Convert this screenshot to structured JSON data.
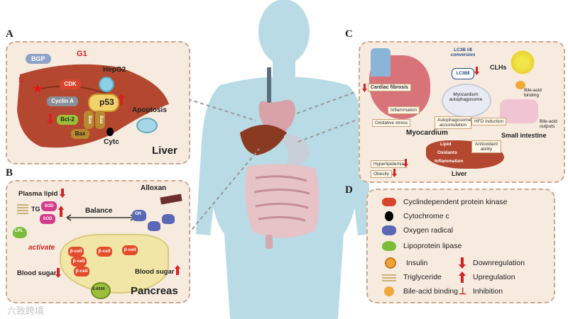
{
  "panel_a": {
    "letter": "A",
    "title": "Liver",
    "labels": {
      "bgp": "BGP",
      "g1": "G1",
      "hepg2": "HepG2",
      "s": "S",
      "cdk": "CDK",
      "cyclin_a": "Cyclin A",
      "p53": "p53",
      "bax1": "Bax",
      "bax2": "Bax",
      "bcl2": "Bcl-2",
      "bax3": "Bax",
      "apoptosis": "Apoptosis",
      "cytc": "Cytc"
    }
  },
  "panel_b": {
    "letter": "B",
    "title": "Pancreas",
    "labels": {
      "plasma_lipid": "Plasma lipid",
      "tg": "TG",
      "sod1": "SOD",
      "sod2": "SOD",
      "balance": "Balance",
      "alloxan": "Alloxan",
      "lpl": "LPL",
      "activate": "activate",
      "blood_sugar_left": "Blood sugar",
      "blood_sugar_right": "Blood sugar",
      "beta_cell": "β-cell",
      "s8300": "S-8300",
      "or": "OR"
    }
  },
  "panel_c": {
    "letter": "C",
    "labels": {
      "lc3_conversion": "LC3B Ⅰ/Ⅱ conversion",
      "lc3_ii": "LC3BⅡ",
      "clhs": "CLHs",
      "cardiac_fibrosis": "Cardiac fibrosis",
      "inflammation": "Inflammation",
      "oxidative_stress": "Oxidative stress",
      "myocardium_autophagosome": "Myocardium autophagosome",
      "autophagosome_accumulation": "Autophagosome accumulation",
      "hfd_induction": "HFD induction",
      "myocardium": "Myocardium",
      "bile_acid_binding": "Bile-acid binding",
      "bile_acid_outputs": "Bile-acid outputs",
      "small_intestine": "Small intestine",
      "lipid": "Lipid",
      "oxidants": "Oxidants",
      "inflammation2": "Inflammation",
      "antioxidant_ability": "Antioxidant ability",
      "liver": "Liver",
      "hyperlipidemia": "Hyperlipidemia",
      "obesity": "Obesity"
    }
  },
  "panel_d": {
    "letter": "D",
    "legend": [
      {
        "icon": "cdk-icon",
        "text": "Cyclindependent protein kinase"
      },
      {
        "icon": "cytochrome-icon",
        "text": "Cytochrome c"
      },
      {
        "icon": "oxygen-radical-icon",
        "text": "Oxygen radical"
      },
      {
        "icon": "lpl-icon",
        "text": "Lipoprotein lipase"
      },
      {
        "icon": "insulin-icon",
        "text": "Insulin"
      },
      {
        "icon": "triglyceride-icon",
        "text": "Triglyceride"
      },
      {
        "icon": "bile-acid-icon",
        "text": "Bile-acid binding"
      }
    ],
    "legend_right": [
      {
        "icon": "down-arrow-icon",
        "text": "Downregulation"
      },
      {
        "icon": "up-arrow-icon",
        "text": "Upregulation"
      },
      {
        "icon": "inhibition-icon",
        "text": "Inhibition"
      }
    ]
  },
  "watermark": "六致跨境",
  "colors": {
    "panel_bg": "#f7eadf",
    "panel_border": "#c9a98f",
    "down": "#d32323",
    "liver": "#b3472f",
    "body": "#b9dbe6"
  }
}
